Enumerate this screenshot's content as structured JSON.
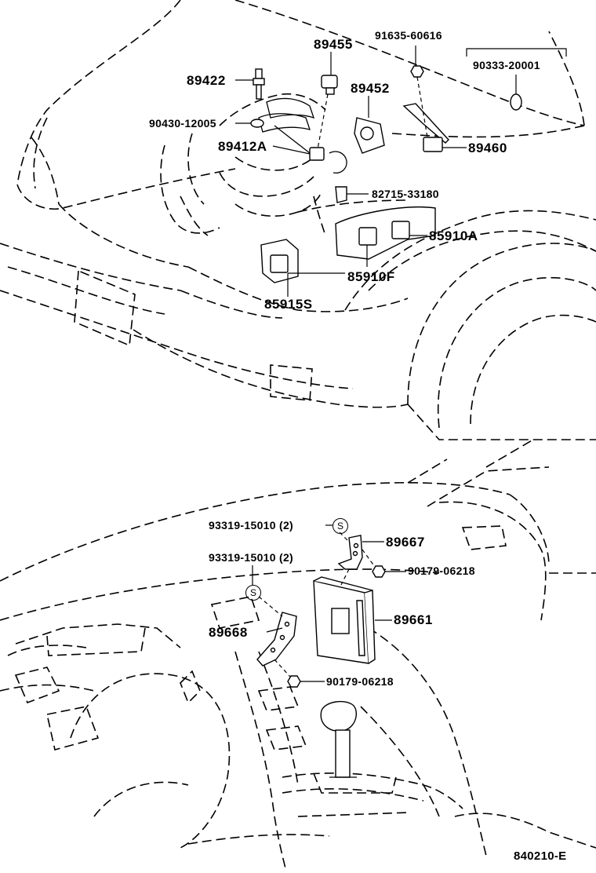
{
  "labels": {
    "p89455": "89455",
    "p91635": "91635-60616",
    "p90333": "90333-20001",
    "p89422": "89422",
    "p89452": "89452",
    "p90430": "90430-12005",
    "p89412A": "89412A",
    "p89460": "89460",
    "p82715": "82715-33180",
    "p85910A": "85910A",
    "p85910F": "85910F",
    "p85915S": "85915S",
    "p93319a": "93319-15010 (2)",
    "p93319b": "93319-15010 (2)",
    "p89667": "89667",
    "p90179a": "90179-06218",
    "p89661": "89661",
    "p89668": "89668",
    "p90179b": "90179-06218",
    "diagram_code": "840210-E"
  },
  "symbols": {
    "screw_mark": "S"
  }
}
